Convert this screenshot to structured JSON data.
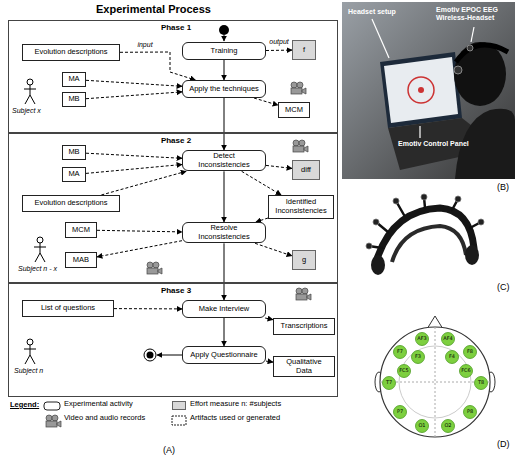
{
  "diagram": {
    "title": "Experimental Process",
    "nodes": [
      {
        "text": [
          "Phase 1"
        ]
      },
      {
        "text": [
          "Training"
        ],
        "in": 0
      },
      {
        "text": [
          "Evolution descriptions"
        ],
        "in": 0
      },
      {
        "text": [
          "f"
        ],
        "in": 0
      },
      {
        "text": [
          "MA"
        ],
        "in": 0
      },
      {
        "text": [
          "MB"
        ],
        "in": 0
      },
      {
        "text": [
          "Apply the techniques"
        ],
        "in": 0
      },
      {
        "text": [
          "MCM"
        ],
        "in": 0
      },
      {
        "text": [
          "Phase 2"
        ]
      },
      {
        "text": [
          "MB"
        ],
        "in": 8
      },
      {
        "text": [
          "Detect Inconsistencies"
        ],
        "in": 8
      },
      {
        "text": [
          "MA"
        ],
        "in": 8
      },
      {
        "text": [
          "diff"
        ],
        "in": 8
      },
      {
        "text": [
          "Evolution descriptions"
        ],
        "in": 8
      },
      {
        "text": [
          "Identified Inconsistencies"
        ],
        "in": 8
      },
      {
        "text": [
          "MCM"
        ],
        "in": 8
      },
      {
        "text": [
          "Resolve Inconsistencies"
        ],
        "in": 8
      },
      {
        "text": [
          "MAB"
        ],
        "in": 8
      },
      {
        "text": [
          "g"
        ],
        "in": 8
      },
      {
        "text": [
          "Phase 3"
        ]
      },
      {
        "text": [
          "List of questions"
        ],
        "in": 19
      },
      {
        "text": [
          "Make Interview"
        ],
        "in": 19
      },
      {
        "text": [
          "Transcriptions"
        ],
        "in": 19
      },
      {
        "text": [
          "Apply Questionnaire"
        ],
        "in": 19
      },
      {
        "text": [
          "Qualitative Data"
        ],
        "in": 19
      }
    ],
    "edges": [
      {
        "from": 1,
        "to": 6,
        "arrow": "to"
      },
      {
        "from": 2,
        "to": 6,
        "arrow": "to",
        "label": "input"
      },
      {
        "from": 4,
        "to": 6,
        "arrow": "to"
      },
      {
        "from": 5,
        "to": 6,
        "arrow": "to"
      },
      {
        "from": 1,
        "to": 3,
        "arrow": "to",
        "label": "output"
      },
      {
        "from": 6,
        "to": 7,
        "arrow": "to"
      },
      {
        "from": 6,
        "to": 10,
        "arrow": "to"
      },
      {
        "from": 9,
        "to": 10,
        "arrow": "to"
      },
      {
        "from": 11,
        "to": 10,
        "arrow": "to"
      },
      {
        "from": 13,
        "to": 10,
        "arrow": "to"
      },
      {
        "from": 10,
        "to": 12,
        "arrow": "to"
      },
      {
        "from": 10,
        "to": 14,
        "arrow": "to"
      },
      {
        "from": 10,
        "to": 16,
        "arrow": "to"
      },
      {
        "from": 14,
        "to": 16,
        "arrow": "to"
      },
      {
        "from": 15,
        "to": 16,
        "arrow": "to"
      },
      {
        "from": 16,
        "to": 17,
        "arrow": "to"
      },
      {
        "from": 16,
        "to": 18,
        "arrow": "to"
      },
      {
        "from": 16,
        "to": 21,
        "arrow": "to"
      },
      {
        "from": 20,
        "to": 21,
        "arrow": "to"
      },
      {
        "from": 21,
        "to": 22,
        "arrow": "to"
      },
      {
        "from": 21,
        "to": 23,
        "arrow": "to"
      },
      {
        "from": 23,
        "to": 24,
        "arrow": "to"
      }
    ],
    "labels": [
      "Subject x",
      "Subject n - x",
      "Subject n",
      "Legend:",
      "(A)",
      "Headset setup",
      "Emotiv EPOC EEG Wireless-Headset",
      "Emotiv Control Panel",
      "(B)",
      "(C)",
      "(D)",
      "AF3",
      "F7",
      "F3",
      "FC5",
      "T7",
      "P7",
      "O1",
      "O2",
      "P8",
      "T8",
      "FC6",
      "F4",
      "F8",
      "AF4"
    ],
    "legend": [
      {
        "text": "Experimental activity"
      },
      {
        "text": "Effort measure n: #subjects",
        "color": "#d9d9d9"
      },
      {
        "text": "Video and audio records"
      },
      {
        "text": "Artifacts used or generated"
      }
    ]
  }
}
